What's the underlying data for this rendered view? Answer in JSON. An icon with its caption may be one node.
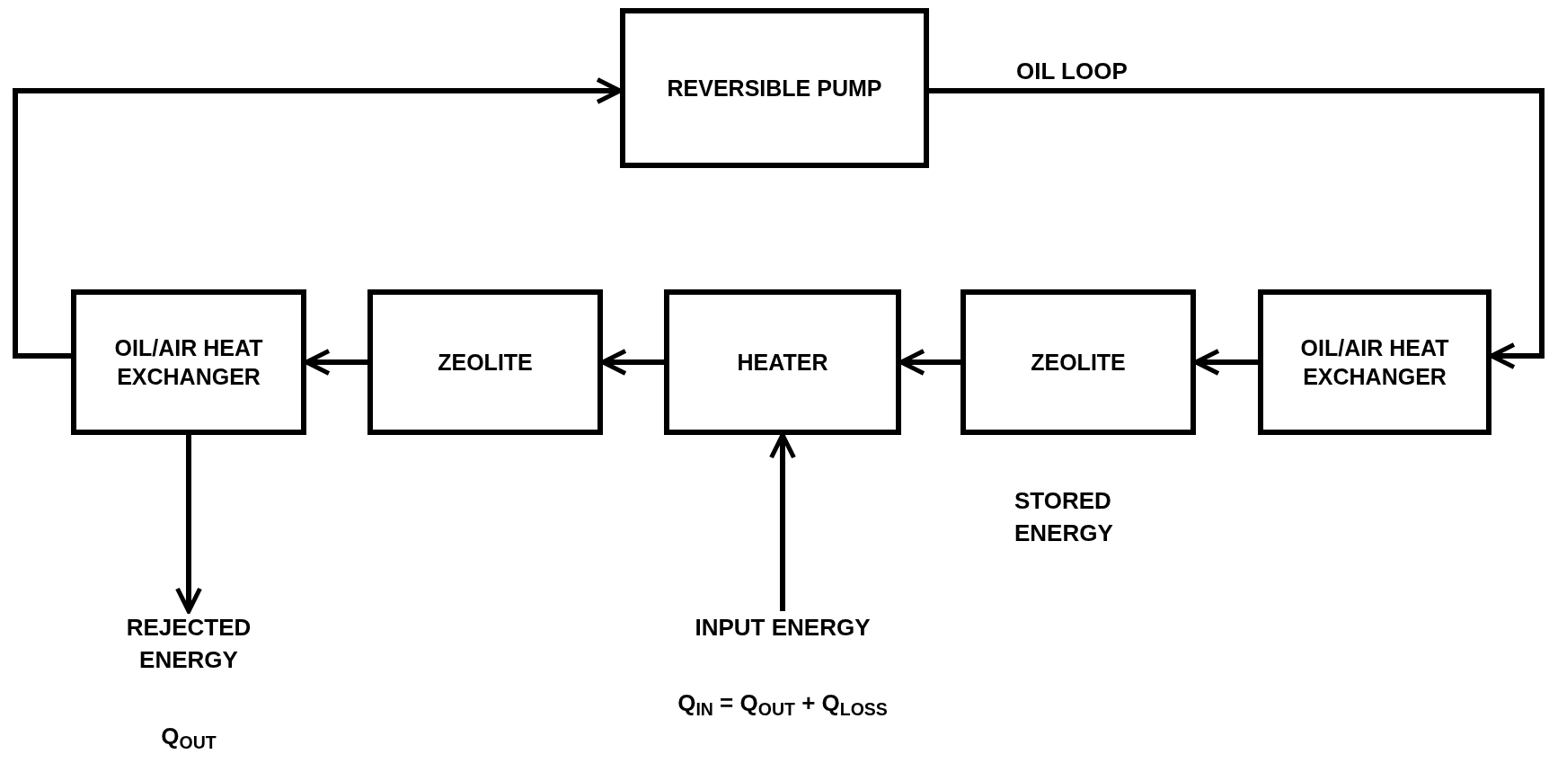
{
  "diagram": {
    "nodes": [
      {
        "text": [
          "REVERSIBLE PUMP"
        ]
      },
      {
        "text": [
          "OIL/AIR HEAT EXCHANGER"
        ]
      },
      {
        "text": [
          "ZEOLITE"
        ]
      },
      {
        "text": [
          "HEATER"
        ]
      },
      {
        "text": [
          "ZEOLITE"
        ],
        "beside": [
          "STORED ENERGY"
        ]
      },
      {
        "text": [
          "OIL/AIR HEAT EXCHANGER"
        ]
      },
      {
        "text": [
          "REJECTED ENERGY",
          "Q$_{OUT}$"
        ]
      },
      {
        "text": [
          "INPUT ENERGY",
          "Q$_{IN}$ = Q$_{OUT}$ + Q$_{LOSS}$"
        ]
      }
    ],
    "edges": [
      {
        "from": 1,
        "to": 0,
        "arrow": "to"
      },
      {
        "from": 0,
        "to": 5,
        "arrow": "to",
        "label": "OIL LOOP"
      },
      {
        "from": 5,
        "to": 4,
        "arrow": "to"
      },
      {
        "from": 4,
        "to": 3,
        "arrow": "to"
      },
      {
        "from": 3,
        "to": 2,
        "arrow": "to"
      },
      {
        "from": 2,
        "to": 1,
        "arrow": "to"
      },
      {
        "from": 1,
        "to": 6,
        "arrow": "to"
      },
      {
        "from": 7,
        "to": 3,
        "arrow": "to"
      }
    ]
  }
}
